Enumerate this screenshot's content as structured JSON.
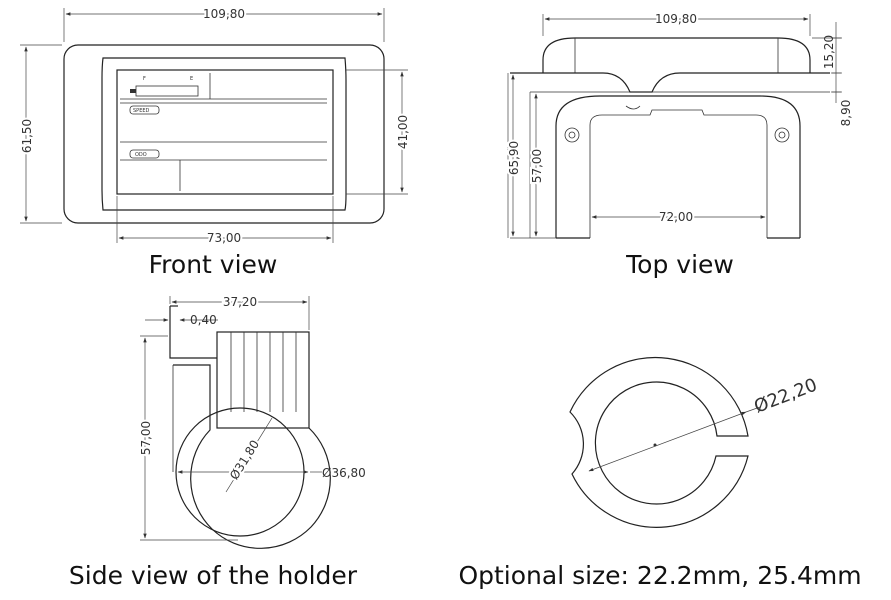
{
  "front_view": {
    "caption": "Front view",
    "dims": {
      "width": "109,80",
      "height": "61,50",
      "inner_width": "73,00",
      "inner_height": "41,00"
    },
    "lcd_labels": {
      "fuel_e": "F",
      "fuel_f": "E",
      "speed": "SPEED",
      "odo": "ODO"
    }
  },
  "top_view": {
    "caption": "Top view",
    "dims": {
      "width": "109,80",
      "top": "15,20",
      "gap": "8,90",
      "height_total": "65,90",
      "height_inner": "57,00",
      "spacing": "72,00"
    }
  },
  "side_view": {
    "caption": "Side view of the holder",
    "dims": {
      "width": "37,20",
      "offset": "0,40",
      "height": "57,00",
      "inner_diameter": "Ø31,80",
      "outer_diameter": "Ø36,80"
    }
  },
  "optional_view": {
    "caption": "Optional size: 22.2mm, 25.4mm",
    "dims": {
      "diameter": "Ø22,20"
    }
  }
}
